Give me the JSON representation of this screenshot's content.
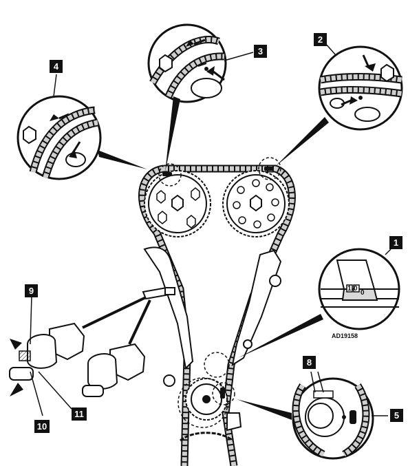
{
  "figure": {
    "reference_code": "AD19158",
    "callouts": [
      "1",
      "2",
      "3",
      "4",
      "5",
      "8",
      "9",
      "10",
      "11"
    ],
    "detail_1_marks": [
      "1",
      "0",
      "0"
    ]
  },
  "colors": {
    "ink": "#111111",
    "paper": "#ffffff",
    "shade": "#d9d9d9",
    "chain_link": "#cfcfcf"
  }
}
